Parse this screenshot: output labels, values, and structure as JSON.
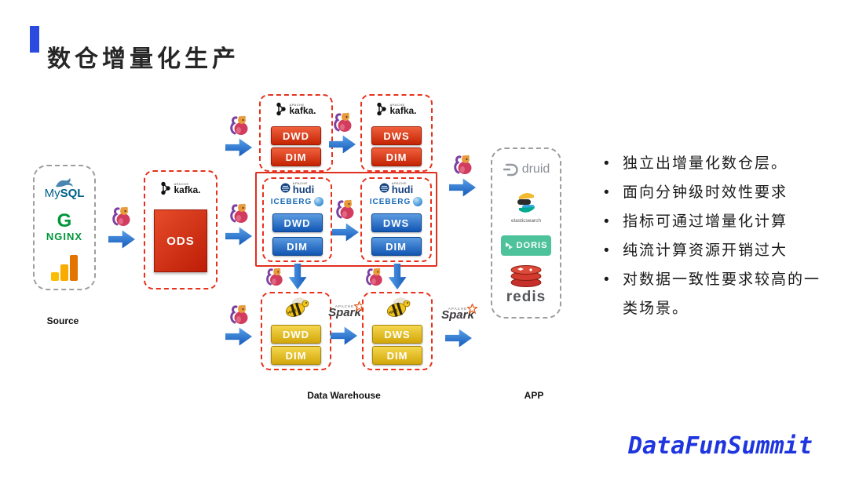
{
  "title": "数仓增量化生产",
  "sections": {
    "source_label": "Source",
    "warehouse_label": "Data Warehouse",
    "app_label": "APP"
  },
  "logos": {
    "apache": "APACHE",
    "kafka": "kafka.",
    "hudi": "hudi",
    "iceberg": "ICEBERG",
    "hive": "HIVE",
    "spark": "Spark",
    "mysql_my": "My",
    "mysql_sql": "SQL",
    "nginx": "NGINX",
    "druid": "druid",
    "elasticsearch": "elasticsearch",
    "doris": "DORIS",
    "redis": "redis"
  },
  "nodes": {
    "ods": "ODS",
    "kafka_dwd": {
      "bar1": "DWD",
      "bar2": "DIM"
    },
    "kafka_dws": {
      "bar1": "DWS",
      "bar2": "DIM"
    },
    "lake_dwd": {
      "bar1": "DWD",
      "bar2": "DIM"
    },
    "lake_dws": {
      "bar1": "DWS",
      "bar2": "DIM"
    },
    "hive_dwd": {
      "bar1": "DWD",
      "bar2": "DIM"
    },
    "hive_dws": {
      "bar1": "DWS",
      "bar2": "DIM"
    }
  },
  "bullets": [
    "独立出增量化数仓层。",
    "面向分钟级时效性要求",
    "指标可通过增量化计算",
    "纯流计算资源开销过大",
    "对数据一致性要求较高的一类场景。"
  ],
  "brand": "DataFunSummit",
  "colors": {
    "accent_blue": "#2B4BE0",
    "dashed_red": "#E8301A",
    "arrow_blue": "#1B6FD0",
    "brand_blue": "#1E35DF",
    "bar_red": "#C42404",
    "bar_blue": "#1256B4",
    "bar_yellow": "#D2A70A"
  }
}
